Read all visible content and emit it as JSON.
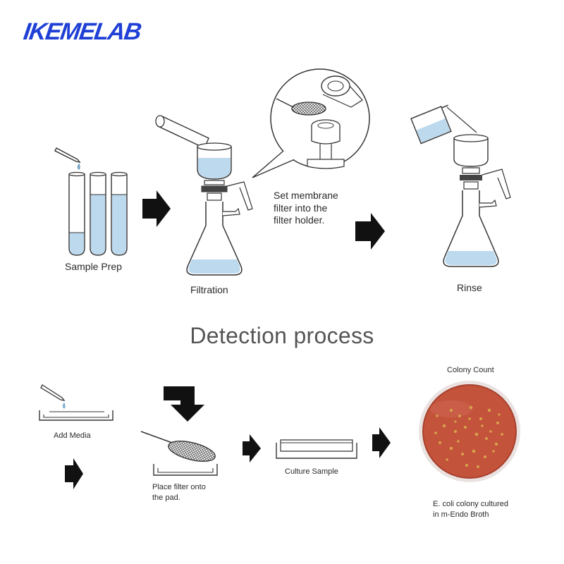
{
  "brand": {
    "name": "IKEMELAB",
    "color": "#1f3fd6"
  },
  "title": "Detection process",
  "steps_top": [
    {
      "label": "Sample Prep"
    },
    {
      "label": "Filtration"
    },
    {
      "label": "Set membrane filter into the filter holder.",
      "lines": [
        "Set membrane",
        "filter into the",
        "filter holder."
      ]
    },
    {
      "label": "Rinse"
    }
  ],
  "steps_bottom": [
    {
      "label": "Add Media"
    },
    {
      "label": "Place filter onto the pad.",
      "lines": [
        "Place filter onto",
        "the pad."
      ]
    },
    {
      "label": "Culture Sample"
    },
    {
      "label": "Colony Count"
    }
  ],
  "result_caption": {
    "lines": [
      "E. coli colony cultured",
      "in m-Endo Broth"
    ]
  },
  "colors": {
    "liquid": "#bcd9ee",
    "line": "#333333",
    "arrow": "#111111",
    "agar": "#c4533c",
    "colony": "#d7a24a"
  }
}
